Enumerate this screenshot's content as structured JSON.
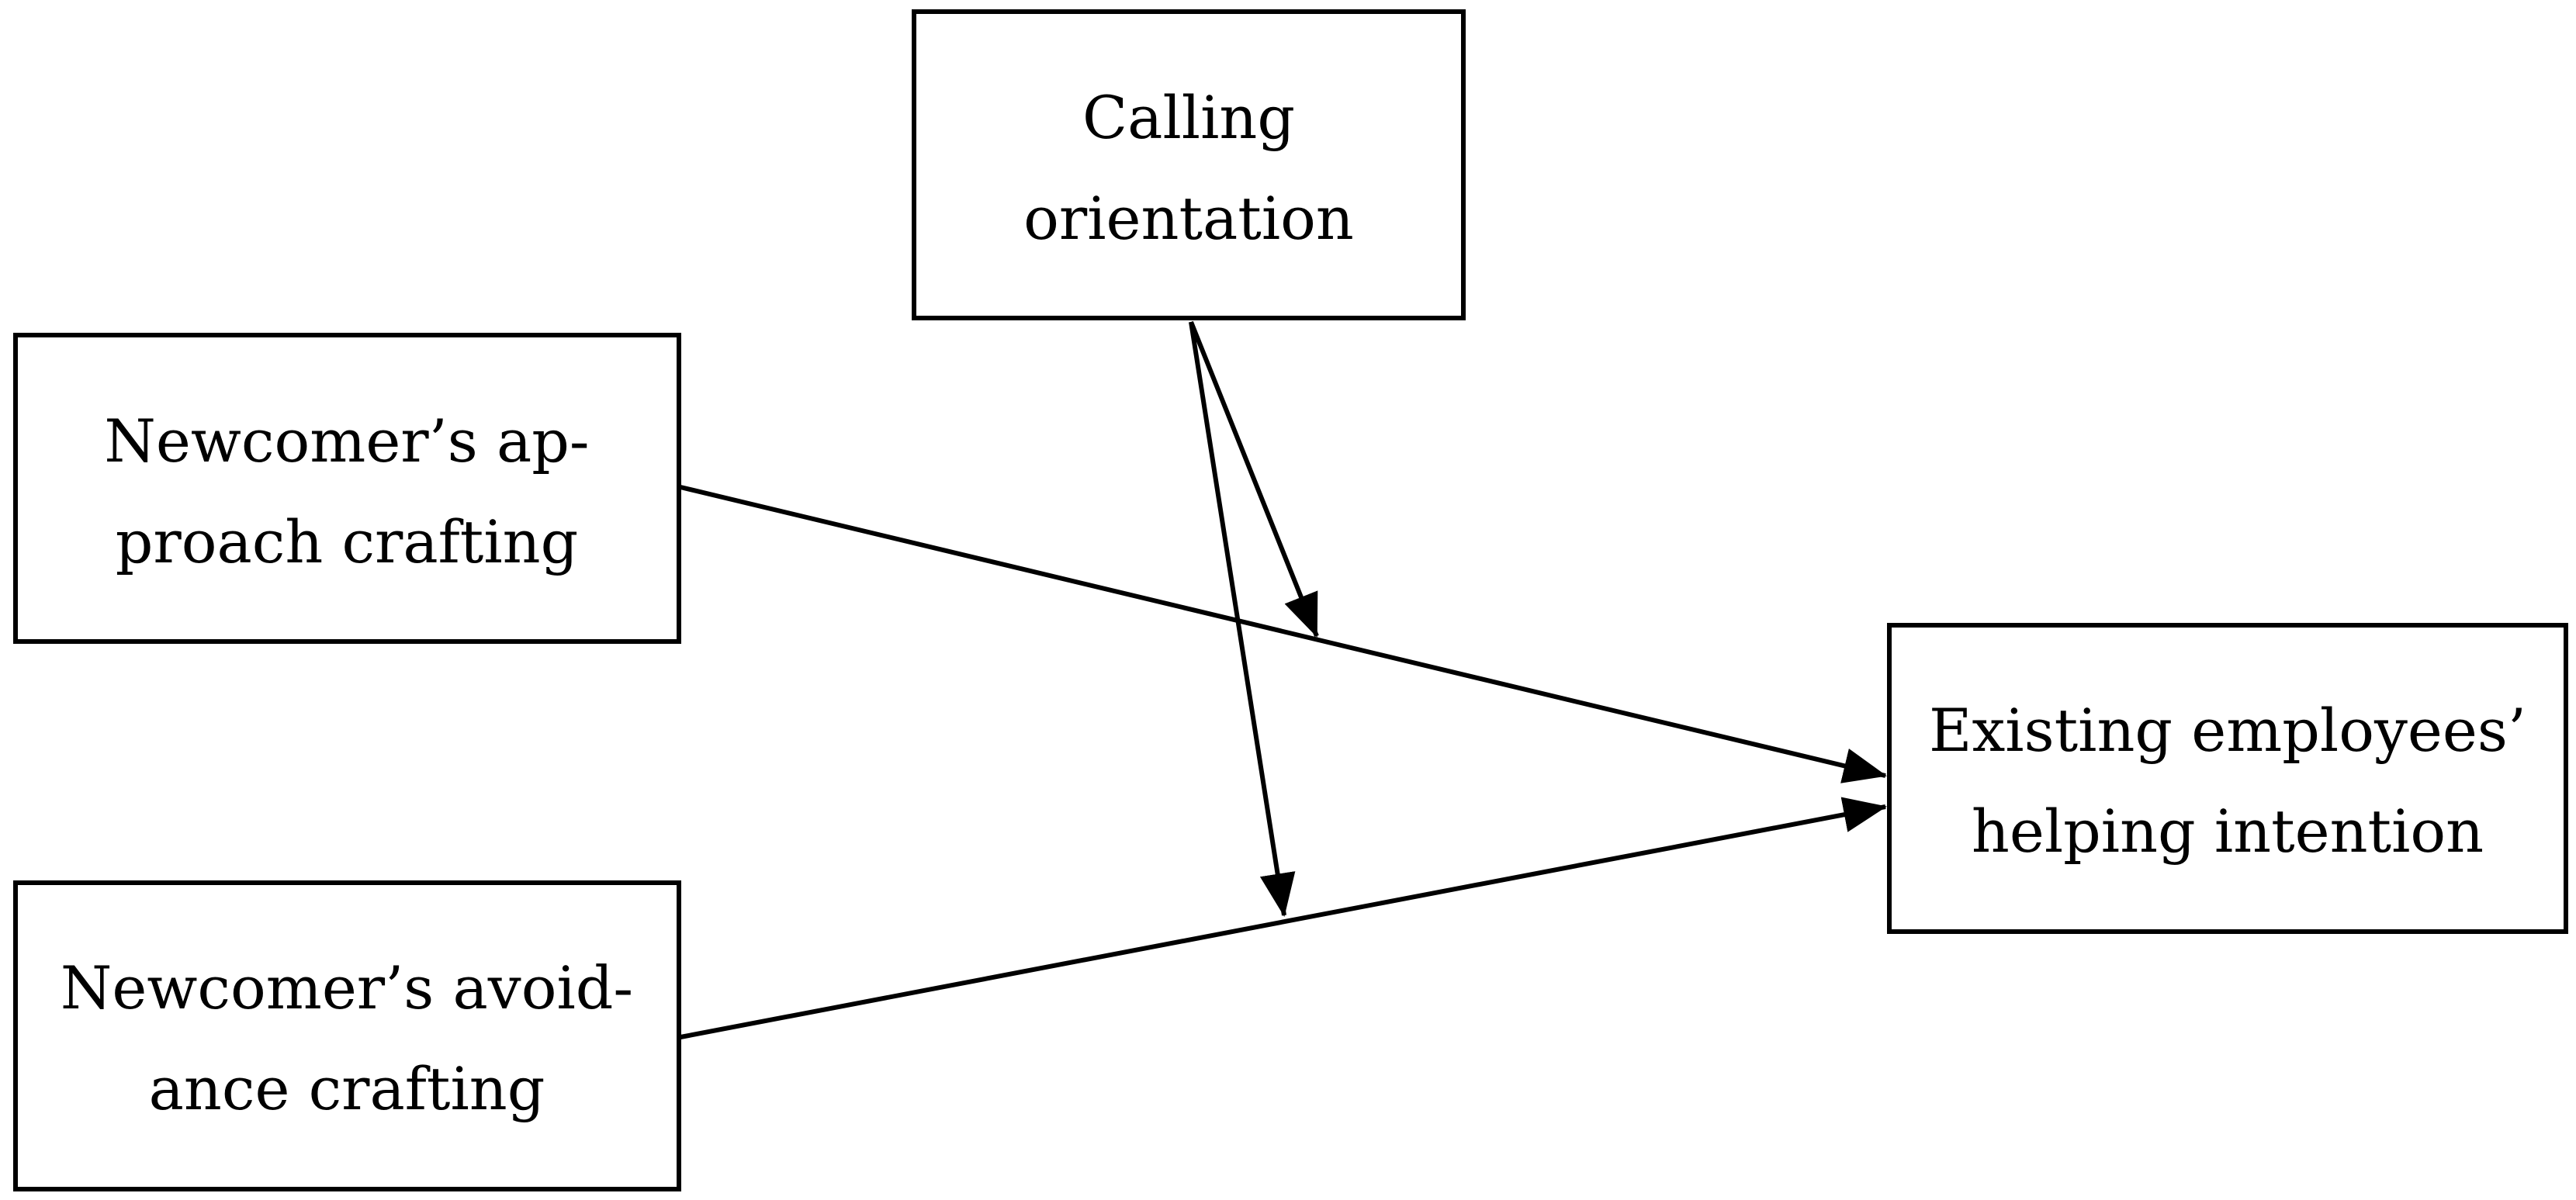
{
  "nodes": {
    "calling": {
      "line1": "Calling",
      "line2": "orientation"
    },
    "approach": {
      "line1": "Newcomer’s ap-",
      "line2": "proach crafting"
    },
    "avoidance": {
      "line1": "Newcomer’s avoid-",
      "line2": "ance crafting"
    },
    "helping": {
      "line1": "Existing employees’",
      "line2": "helping intention"
    }
  },
  "colors": {
    "stroke": "#000000",
    "background": "#ffffff"
  }
}
